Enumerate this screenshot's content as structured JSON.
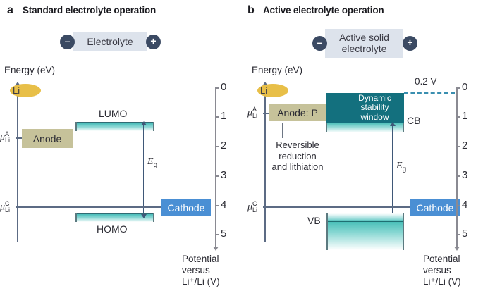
{
  "figure": {
    "panels": [
      {
        "letter": "a",
        "title": "Standard electrolyte operation",
        "banner_label": "Electrolyte",
        "minus": "–",
        "plus": "+",
        "energy_axis_label": "Energy (eV)",
        "li_label": "Li",
        "anode_label": "Anode",
        "cathode_label": "Cathode",
        "mu_anode": {
          "symbol": "μ",
          "sup": "A",
          "sub": "Li"
        },
        "mu_cathode": {
          "symbol": "μ",
          "sup": "C",
          "sub": "Li"
        },
        "upper_band_label": "LUMO",
        "lower_band_label": "HOMO",
        "eg_label": "E",
        "eg_sub": "g",
        "scale_ticks": [
          "0",
          "1",
          "2",
          "3",
          "4",
          "5"
        ],
        "scale_caption_lines": [
          "Potential",
          "versus",
          "Li⁺/Li (V)"
        ]
      },
      {
        "letter": "b",
        "title": "Active electrolyte operation",
        "banner_label_lines": [
          "Active solid",
          "electrolyte"
        ],
        "minus": "–",
        "plus": "+",
        "energy_axis_label": "Energy (eV)",
        "li_label": "Li",
        "anode_label": "Anode: P",
        "cathode_label": "Cathode",
        "mu_anode": {
          "symbol": "μ",
          "sup": "A",
          "sub": "Li"
        },
        "mu_cathode": {
          "symbol": "μ",
          "sup": "C",
          "sub": "Li"
        },
        "upper_band_label": "CB",
        "lower_band_label": "VB",
        "dsw_lines": [
          "Dynamic",
          "stability",
          "window"
        ],
        "voltage_marker": "0.2 V",
        "note_lines": [
          "Reversible",
          "reduction",
          "and lithiation"
        ],
        "eg_label": "E",
        "eg_sub": "g",
        "scale_ticks": [
          "0",
          "1",
          "2",
          "3",
          "4",
          "5"
        ],
        "scale_caption_lines": [
          "Potential",
          "versus",
          "Li⁺/Li (V)"
        ]
      }
    ]
  },
  "chart_data": {
    "type": "diagram",
    "title": "Energy level alignment in standard vs active electrolyte batteries",
    "ylabel": "Energy (eV)",
    "y2label": "Potential versus Li+/Li (V)",
    "y2_ticks": [
      0,
      1,
      2,
      3,
      4,
      5
    ],
    "y2_range": [
      0,
      5.5
    ],
    "panels": [
      {
        "name": "Standard electrolyte operation",
        "levels": [
          {
            "name": "Li",
            "potential_V": 0.0
          },
          {
            "name": "Anode",
            "potential_V": 1.45
          },
          {
            "name": "LUMO",
            "potential_V": 1.25
          },
          {
            "name": "Cathode",
            "potential_V": 4.05
          },
          {
            "name": "HOMO",
            "potential_V": 4.3
          }
        ],
        "Eg_span_V": [
          1.25,
          4.3
        ]
      },
      {
        "name": "Active electrolyte operation",
        "levels": [
          {
            "name": "Li",
            "potential_V": 0.0
          },
          {
            "name": "Anode: P",
            "potential_V": 1.45
          },
          {
            "name": "CB",
            "potential_V": 1.15
          },
          {
            "name": "Dynamic stability window",
            "potential_V_span": [
              0.2,
              1.15
            ]
          },
          {
            "name": "Cathode",
            "potential_V": 4.05
          },
          {
            "name": "VB",
            "potential_V": 4.6
          }
        ],
        "voltage_marker_V": 0.2,
        "Eg_span_V": [
          1.15,
          4.6
        ]
      }
    ],
    "colors": {
      "banner": "#dde3ec",
      "pole": "#3b4a63",
      "li": "#e8bf48",
      "anode": "#c6c29a",
      "cathode": "#4a8fd4",
      "band_teal": "#2fb3ae",
      "dsw": "#13707e",
      "dashed": "#3a8fb0",
      "axis": "#5c6b84",
      "scale": "#8a8a92"
    }
  }
}
